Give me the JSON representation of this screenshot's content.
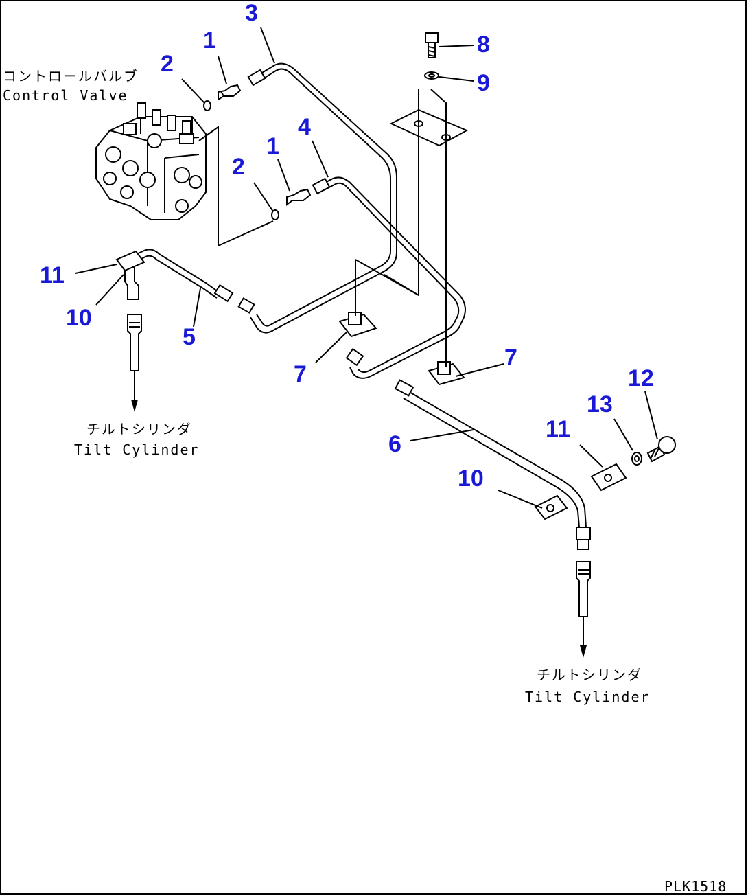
{
  "callouts": {
    "c1a": "1",
    "c1b": "1",
    "c2a": "2",
    "c2b": "2",
    "c3": "3",
    "c4": "4",
    "c5": "5",
    "c6": "6",
    "c7a": "7",
    "c7b": "7",
    "c8": "8",
    "c9": "9",
    "c10a": "10",
    "c10b": "10",
    "c11a": "11",
    "c11b": "11",
    "c12": "12",
    "c13": "13"
  },
  "labels": {
    "control_valve_jp": "コントロールバルブ",
    "control_valve_en": "Control Valve",
    "tilt_cylinder_jp_left": "チルトシリンダ",
    "tilt_cylinder_en_left": "Tilt Cylinder",
    "tilt_cylinder_jp_right": "チルトシリンダ",
    "tilt_cylinder_en_right": "Tilt Cylinder"
  },
  "drawing_code": "PLK1518",
  "colors": {
    "callout": "#1a1ad6",
    "line": "#000000",
    "background": "#ffffff"
  }
}
